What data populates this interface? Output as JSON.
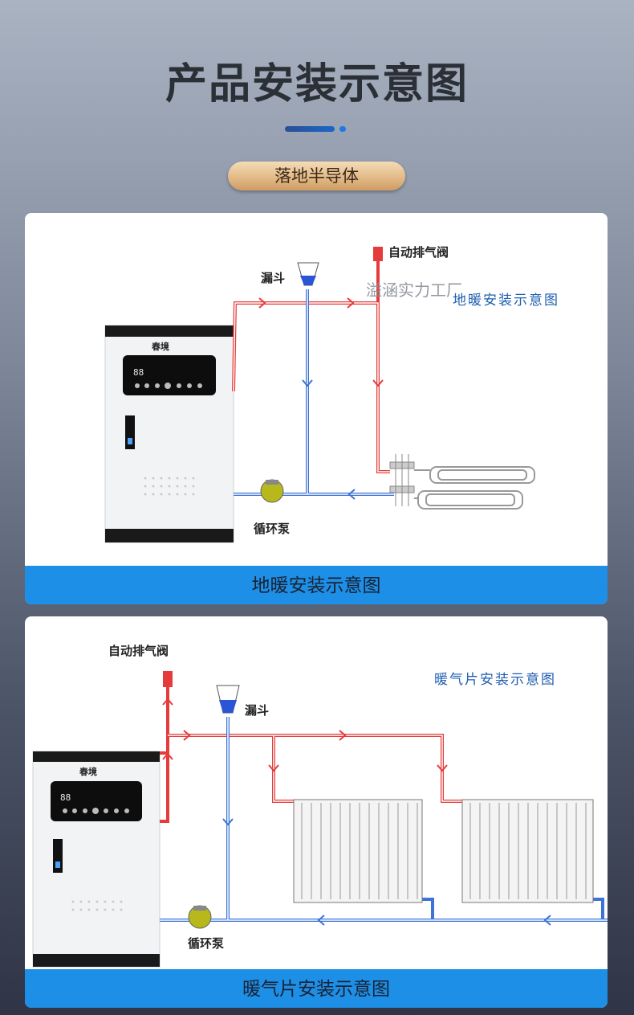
{
  "page": {
    "title": "产品安装示意图",
    "subtitle": "落地半导体"
  },
  "brand": {
    "name": "春境"
  },
  "panel1": {
    "caption": "地暖安装示意图",
    "diagram_title": "地暖安装示意图",
    "watermark": "溢涵实力工厂",
    "labels": {
      "air_valve": "自动排气阀",
      "funnel": "漏斗",
      "pump": "循环泵"
    }
  },
  "panel2": {
    "caption": "暖气片安装示意图",
    "diagram_title": "暖气片安装示意图",
    "labels": {
      "air_valve": "自动排气阀",
      "funnel": "漏斗",
      "pump": "循环泵"
    }
  },
  "colors": {
    "accent": "#1d8fe6",
    "hot_pipe": "#e53b3b",
    "cold_pipe": "#3d73d6",
    "pill": "#e1b784"
  }
}
